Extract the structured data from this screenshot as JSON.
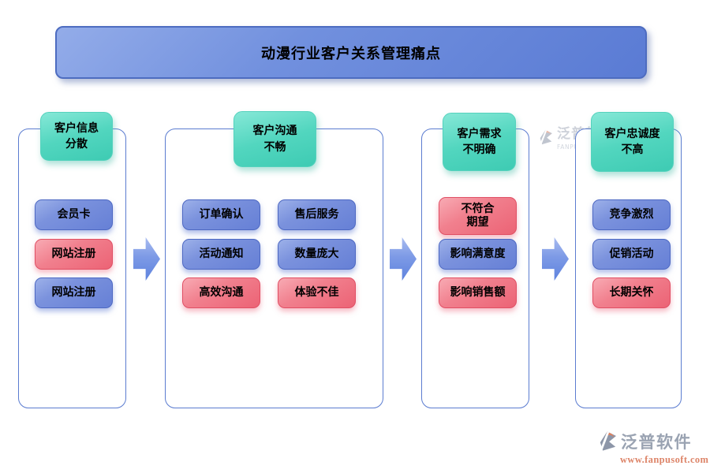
{
  "title": "动漫行业客户关系管理痛点",
  "columns": [
    {
      "header": "客户信息分散",
      "header_lines": [
        "客户信息",
        "分散"
      ],
      "items": [
        {
          "label": "会员卡",
          "color": "blue"
        },
        {
          "label": "网站注册",
          "color": "red"
        },
        {
          "label": "网站注册",
          "color": "blue"
        }
      ]
    },
    {
      "header": "客户沟通不畅",
      "header_lines": [
        "客户沟通",
        "不畅"
      ],
      "items": [
        {
          "label": "订单确认",
          "color": "blue"
        },
        {
          "label": "售后服务",
          "color": "blue"
        },
        {
          "label": "活动通知",
          "color": "blue"
        },
        {
          "label": "数量庞大",
          "color": "blue"
        },
        {
          "label": "高效沟通",
          "color": "red"
        },
        {
          "label": "体验不佳",
          "color": "red"
        }
      ]
    },
    {
      "header": "客户需求不明确",
      "header_lines": [
        "客户需求",
        "不明确"
      ],
      "items": [
        {
          "label": "不符合期望",
          "lines": [
            "不符合",
            "期望"
          ],
          "color": "red"
        },
        {
          "label": "影响满意度",
          "color": "blue"
        },
        {
          "label": "影响销售额",
          "color": "red"
        }
      ]
    },
    {
      "header": "客户忠诚度不高",
      "header_lines": [
        "客户忠诚度",
        "不高"
      ],
      "items": [
        {
          "label": "竞争激烈",
          "color": "blue"
        },
        {
          "label": "促销活动",
          "color": "blue"
        },
        {
          "label": "长期关怀",
          "color": "red"
        }
      ]
    }
  ],
  "watermark": {
    "brand": "泛普软件",
    "brand_en": "FANPU SOFTWARE"
  },
  "footer_logo": {
    "brand": "泛普软件",
    "url": "www.fanpusoft.com"
  },
  "colors": {
    "banner_blue": "#6d8ddc",
    "banner_border": "#4d6cc0",
    "container_border": "#5b7cd0",
    "badge_teal": "#4fd4bd",
    "pill_blue": "#6e87d9",
    "pill_blue_border": "#4d68c2",
    "pill_red": "#ee6a7a",
    "pill_red_border": "#e04f64",
    "arrow_blue": "#6285e0",
    "logo_gray": "#9aa3b2",
    "logo_orange": "#e2805c",
    "logo_url_color": "#dd8468"
  }
}
